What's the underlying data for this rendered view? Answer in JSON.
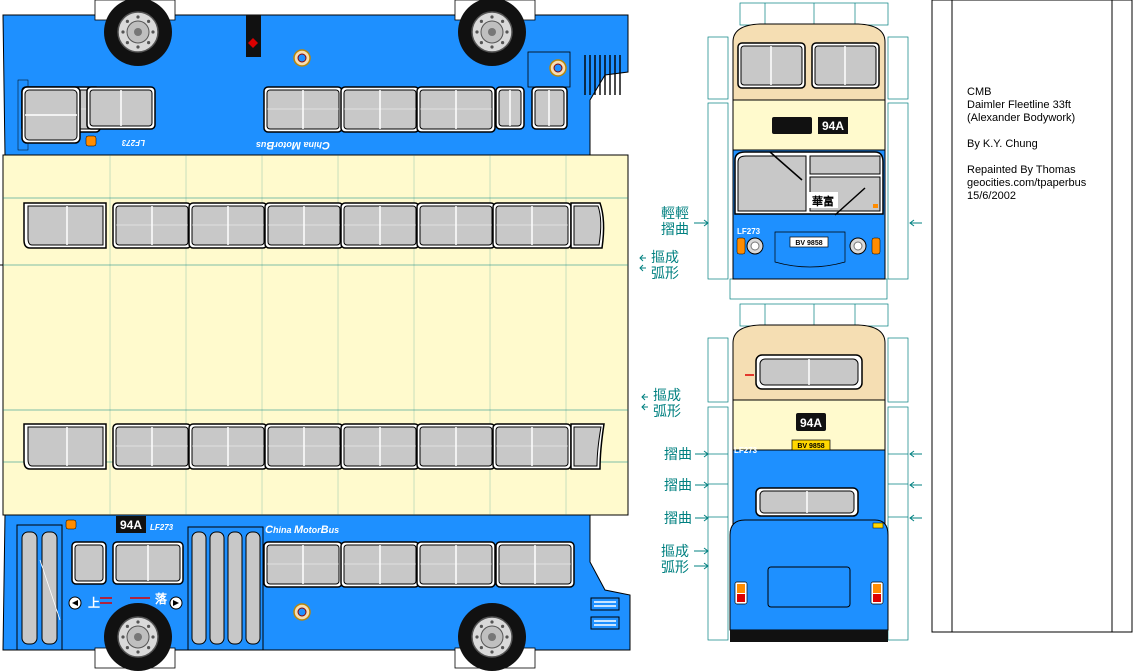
{
  "colors": {
    "blue": "#1e90ff",
    "cream": "#fffacd",
    "tan": "#f5deb3",
    "window_gray": "#c8c8c8",
    "guide_teal": "#008080",
    "hub_gray": "#d9d9d9",
    "dark": "#202020",
    "orange": "#ff8c00"
  },
  "route": "94A",
  "fleet": "LF273",
  "plate": "BV 9858",
  "brand": {
    "c": "C",
    "hina": "hina ",
    "m": "M",
    "otor": "otor",
    "b": "B",
    "us": "us"
  },
  "side_chars": {
    "up": "上",
    "down": "落"
  },
  "front_dest": "華富",
  "guides": {
    "fold_gentle": [
      "輕輕",
      "摺曲"
    ],
    "roll_arc": [
      "摳成",
      "弧形"
    ],
    "fold": "摺曲"
  },
  "credits": {
    "l1": "CMB",
    "l2": "Daimler Fleetline 33ft",
    "l3": "(Alexander Bodywork)",
    "l4": "By K.Y. Chung",
    "l5": "Repainted By Thomas",
    "l6": "geocities.com/tpaperbus",
    "l7": "15/6/2002"
  },
  "icons": [
    "bus-wheel-icon",
    "cmb-logo-icon",
    "arrow-icon",
    "door-icon",
    "headlight-icon",
    "mirror-icon",
    "grille-icon"
  ]
}
